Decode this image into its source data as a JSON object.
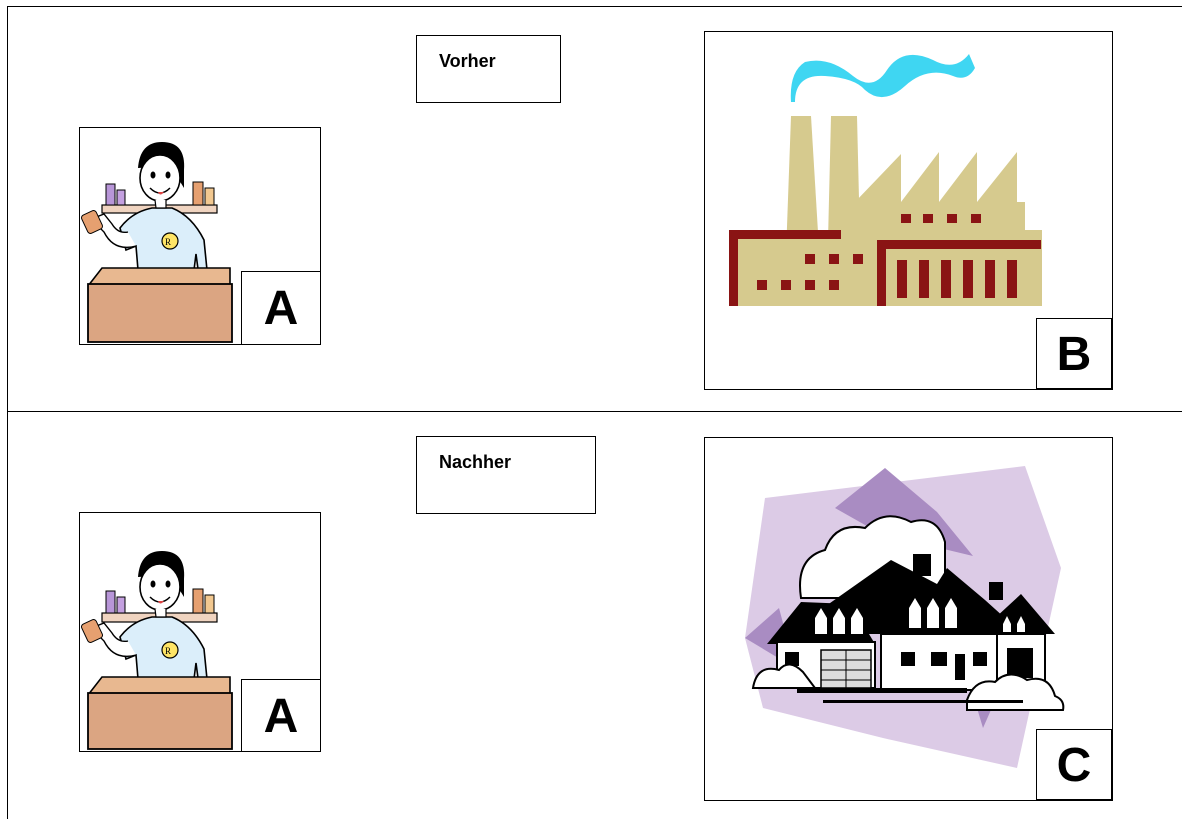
{
  "top_row": {
    "label": "Vorher",
    "left_tag": "A",
    "right_tag": "B",
    "left_icon": "pharmacist-icon",
    "right_icon": "factory-icon"
  },
  "bottom_row": {
    "label": "Nachher",
    "left_tag": "A",
    "right_tag": "C",
    "left_icon": "pharmacist-icon",
    "right_icon": "houses-icon"
  }
}
